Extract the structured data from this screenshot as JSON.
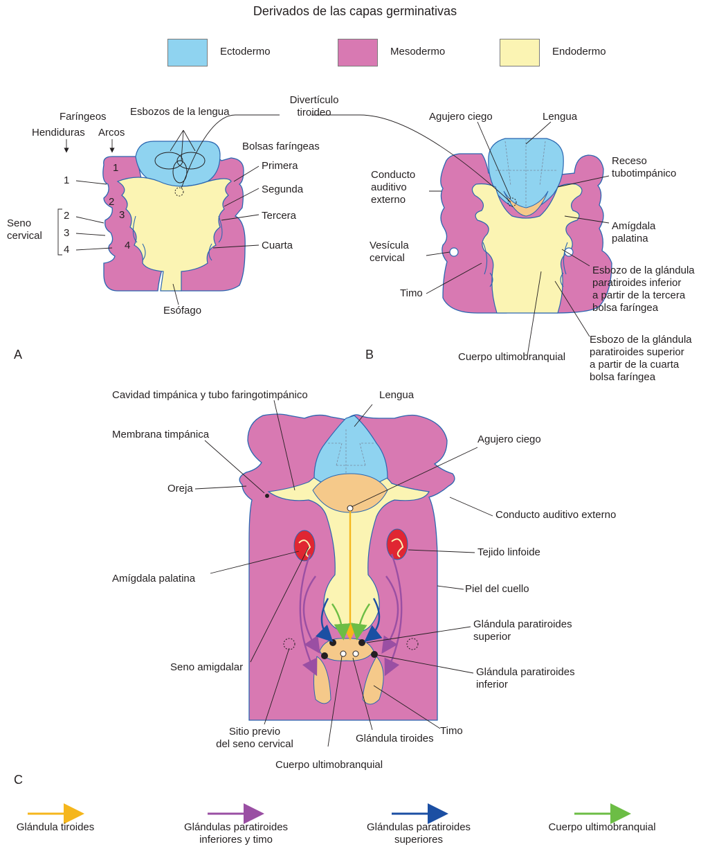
{
  "title": "Derivados de las capas germinativas",
  "layers": [
    {
      "label": "Ectodermo",
      "color": "#8fd3f0"
    },
    {
      "label": "Mesodermo",
      "color": "#d879b2"
    },
    {
      "label": "Endodermo",
      "color": "#fbf4b3"
    }
  ],
  "panel_a": {
    "letter": "A",
    "faringeos": "Faríngeos",
    "hendiduras": "Hendiduras",
    "arcos": "Arcos",
    "esbozos_lengua": "Esbozos de la lengua",
    "diverticulo": "Divertículo\ntiroideo",
    "bolsas": "Bolsas faríngeas",
    "primera": "Primera",
    "segunda": "Segunda",
    "tercera": "Tercera",
    "cuarta": "Cuarta",
    "esofago": "Esófago",
    "seno_cervical": "Seno\ncervical",
    "nums": {
      "n1": "1",
      "n2": "2",
      "n3": "3",
      "n4": "4",
      "a1": "1",
      "a2": "2",
      "a3": "3",
      "a4": "4"
    }
  },
  "panel_b": {
    "letter": "B",
    "agujero": "Agujero ciego",
    "lengua": "Lengua",
    "receso": "Receso\ntubotimpánico",
    "conducto": "Conducto\nauditivo\nexterno",
    "amigdala": "Amígdala\npalatina",
    "vesicula": "Vesícula\ncervical",
    "timo": "Timo",
    "esbozo_inf": "Esbozo de la glándula\nparatiroides inferior\na partir de la tercera\nbolsa faríngea",
    "esbozo_sup": "Esbozo de la glándula\nparatiroides superior\na partir de la cuarta\nbolsa faríngea",
    "cuerpo": "Cuerpo ultimobranquial"
  },
  "panel_c": {
    "letter": "C",
    "cavidad": "Cavidad timpánica y tubo faringotimpánico",
    "lengua": "Lengua",
    "membrana": "Membrana timpánica",
    "agujero": "Agujero ciego",
    "oreja": "Oreja",
    "conducto": "Conducto auditivo externo",
    "tejido": "Tejido linfoide",
    "amigdala": "Amígdala palatina",
    "piel": "Piel del cuello",
    "par_sup": "Glándula paratiroides\nsuperior",
    "seno_amig": "Seno amigdalar",
    "par_inf": "Glándula paratiroides\ninferior",
    "timo": "Timo",
    "sitio": "Sitio previo\ndel seno cervical",
    "tiroides": "Glándula tiroides",
    "cuerpo": "Cuerpo ultimobranquial"
  },
  "flow_legend": [
    {
      "label": "Glándula tiroides",
      "color": "#f5b61c"
    },
    {
      "label": "Glándulas paratiroides\ninferiores y timo",
      "color": "#9a4fa3"
    },
    {
      "label": "Glándulas paratiroides\nsuperiores",
      "color": "#1b4fa3"
    },
    {
      "label": "Cuerpo ultimobranquial",
      "color": "#6cbd45"
    }
  ]
}
